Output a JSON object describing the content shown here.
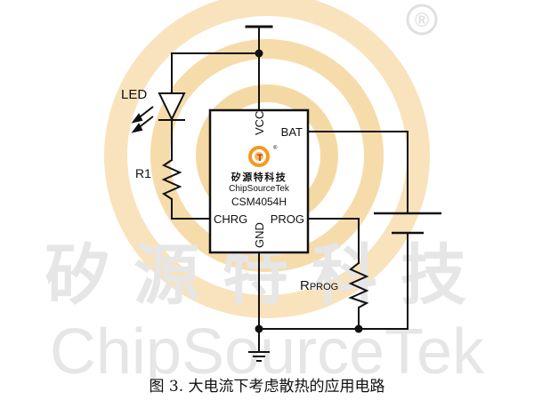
{
  "watermark": {
    "chinese": "矽源特科技",
    "english": "ChipSourceTek",
    "registered": "®",
    "accent_color": "#f3cf8e",
    "text_color": "#e6e6e6"
  },
  "circuit": {
    "led_label": "LED",
    "r1_label": "R1",
    "rprog_label_main": "R",
    "rprog_label_sub": "PROG",
    "chip": {
      "pin_vcc": "VCC",
      "pin_bat": "BAT",
      "pin_chrg": "CHRG",
      "pin_prog": "PROG",
      "pin_gnd": "GND",
      "logo_chinese": "矽源特科技",
      "logo_english": "ChipSourceTek",
      "logo_registered": "®",
      "part_number": "CSM4054H",
      "logo_color": "#f39a1e"
    }
  },
  "caption": "图 3. 大电流下考虑散热的应用电路"
}
